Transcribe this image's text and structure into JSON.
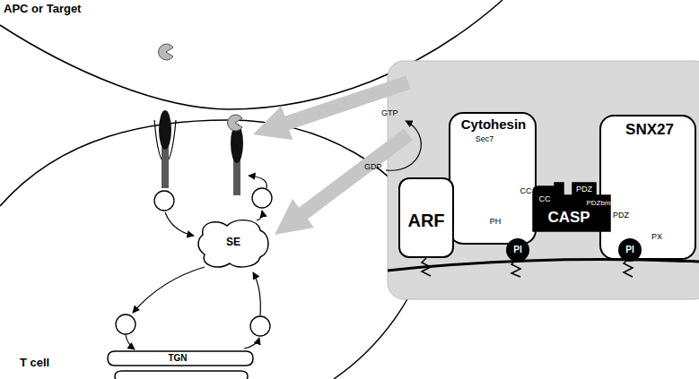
{
  "diagram": {
    "nodes": [
      {
        "text": [
          "SE"
        ]
      },
      {
        "text": [
          "TGN"
        ]
      },
      {
        "text": [
          "ARF"
        ]
      },
      {
        "text": [
          "Cytohesin",
          "Sec7",
          "CC",
          "PH"
        ]
      },
      {
        "text": [
          "PI"
        ],
        "in": 3
      },
      {
        "text": [
          "CASP",
          "CC",
          "PDZ",
          "PDZbm"
        ]
      },
      {
        "text": [
          "SNX27",
          "PDZ",
          "PX"
        ]
      },
      {
        "text": [
          "PI"
        ],
        "in": 6
      }
    ],
    "labels": [
      "APC or Target",
      "T cell",
      "GTP",
      "GDP"
    ]
  }
}
